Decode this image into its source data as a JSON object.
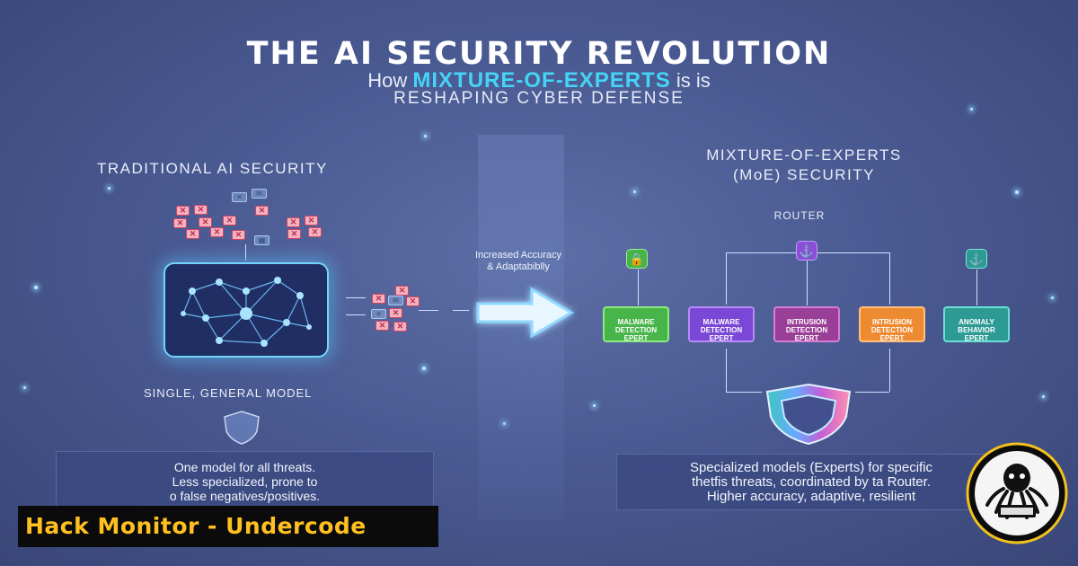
{
  "header": {
    "title": "THE AI SECURITY REVOLUTION",
    "subtitle_prefix": "How",
    "subtitle_accent": "MIXTURE-OF-EXPERTS",
    "subtitle_suffix": "is is",
    "subtitle_line2": "RESHAPING CYBER DEFENSE"
  },
  "left_panel": {
    "heading": "TRADITIONAL AI SECURITY",
    "model_label": "SINGLE, GENERAL MODEL",
    "description": [
      "One model for all threats.",
      "Less specialized, prone to",
      "o false negatives/positives."
    ]
  },
  "transition": {
    "label_line1": "Increased Accuracy",
    "label_line2": "& Adaptabiblly"
  },
  "right_panel": {
    "heading_line1": "MIXTURE-OF-EXPERTS",
    "heading_line2": "(MoE) SECURITY",
    "router_label": "ROUTER",
    "experts": [
      {
        "line1": "MALWARE",
        "line2": "DETECTION",
        "line3": "EPERT"
      },
      {
        "line1": "MALWARE",
        "line2": "DETECTION",
        "line3": "EPERT"
      },
      {
        "line1": "INTRUSION",
        "line2": "DETECTION",
        "line3": "EPERT"
      },
      {
        "line1": "INTRUSION",
        "line2": "DETECTION",
        "line3": "EPERT"
      },
      {
        "line1": "ANOMALY",
        "line2": "BEHAVIOR",
        "line3": "EPERT"
      }
    ],
    "description": [
      "Specialized models (Experts) for specific",
      "thetfis threats, coordinated by ta Router.",
      "Higher accuracy, adaptive, resilient"
    ]
  },
  "brand": {
    "bar_text": "Hack Monitor - Undercode"
  },
  "colors": {
    "accent_cyan": "#45d4f5",
    "brand_yellow": "#ffc020",
    "threat_red": "#d7435f",
    "expert_green": "#47b549",
    "expert_purple": "#7a47d6",
    "expert_magenta": "#9a3f98",
    "expert_orange": "#ee8a31",
    "expert_teal": "#2d9a94"
  },
  "icons": {
    "threat": "x-mark-icon",
    "message": "envelope-icon",
    "shield": "shield-icon",
    "lock": "lock-icon",
    "router": "hook-icon",
    "brand": "octopus-logo-icon"
  }
}
